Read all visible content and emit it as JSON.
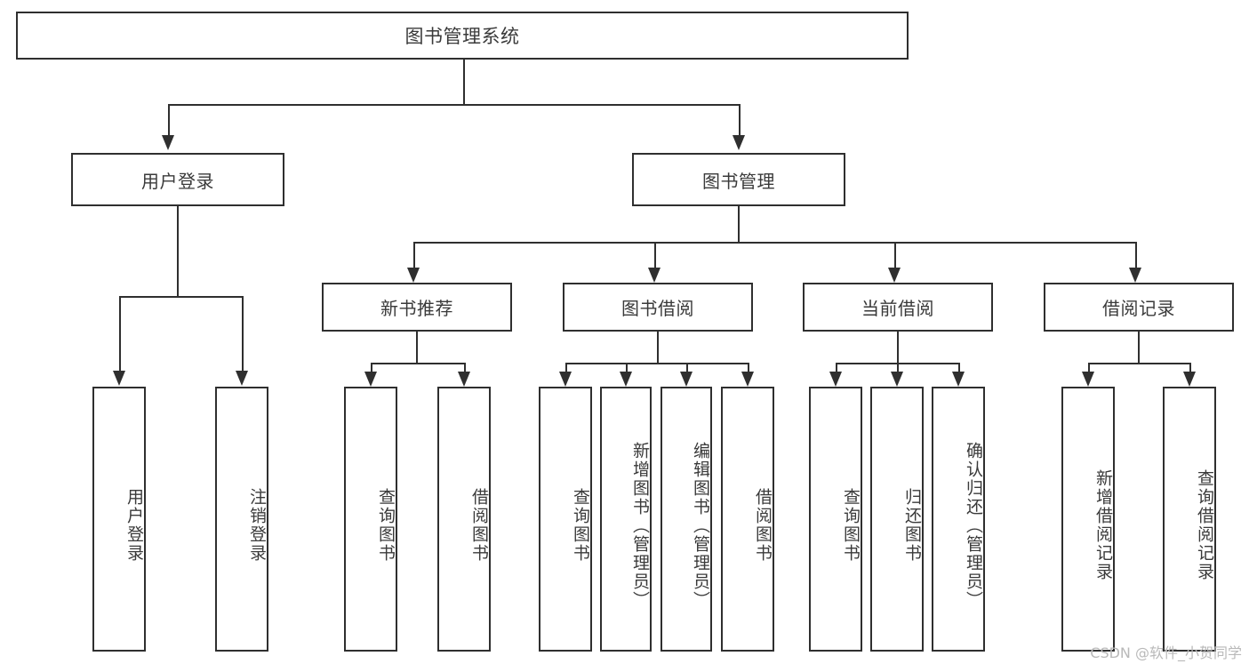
{
  "diagram": {
    "type": "tree-hierarchy-flowchart",
    "title": "图书管理系统",
    "orientation": "top-down",
    "colors": {
      "stroke": "#2f2f2f",
      "fill": "#ffffff",
      "text": "#3a3a3a",
      "watermark": "#b9b9b9"
    },
    "nodes": {
      "root": {
        "label": "图书管理系统",
        "level": 1
      },
      "level2": [
        {
          "id": "user-login",
          "label": "用户登录"
        },
        {
          "id": "book-manage",
          "label": "图书管理"
        }
      ],
      "level3": [
        {
          "id": "new-book-recommend",
          "label": "新书推荐",
          "parent": "book-manage"
        },
        {
          "id": "book-borrow",
          "label": "图书借阅",
          "parent": "book-manage"
        },
        {
          "id": "current-borrow",
          "label": "当前借阅",
          "parent": "book-manage"
        },
        {
          "id": "borrow-record",
          "label": "借阅记录",
          "parent": "book-manage"
        }
      ],
      "leaves": [
        {
          "id": "leaf-user-login",
          "label": "用户登录",
          "parent": "user-login"
        },
        {
          "id": "leaf-logout-login",
          "label": "注销登录",
          "parent": "user-login"
        },
        {
          "id": "leaf-query-book-1",
          "label": "查询图书",
          "parent": "new-book-recommend"
        },
        {
          "id": "leaf-borrow-book-1",
          "label": "借阅图书",
          "parent": "new-book-recommend"
        },
        {
          "id": "leaf-query-book-2",
          "label": "查询图书",
          "parent": "book-borrow"
        },
        {
          "id": "leaf-add-book",
          "label": "新增图书（管理员）",
          "parent": "book-borrow"
        },
        {
          "id": "leaf-edit-book",
          "label": "编辑图书（管理员）",
          "parent": "book-borrow"
        },
        {
          "id": "leaf-borrow-book-2",
          "label": "借阅图书",
          "parent": "book-borrow"
        },
        {
          "id": "leaf-query-book-3",
          "label": "查询图书",
          "parent": "current-borrow"
        },
        {
          "id": "leaf-return-book",
          "label": "归还图书",
          "parent": "current-borrow"
        },
        {
          "id": "leaf-confirm-return",
          "label": "确认归还（管理员）",
          "parent": "current-borrow"
        },
        {
          "id": "leaf-add-record",
          "label": "新增借阅记录",
          "parent": "borrow-record"
        },
        {
          "id": "leaf-query-record",
          "label": "查询借阅记录",
          "parent": "borrow-record"
        }
      ]
    },
    "watermark": "CSDN @软件_小贺同学"
  }
}
